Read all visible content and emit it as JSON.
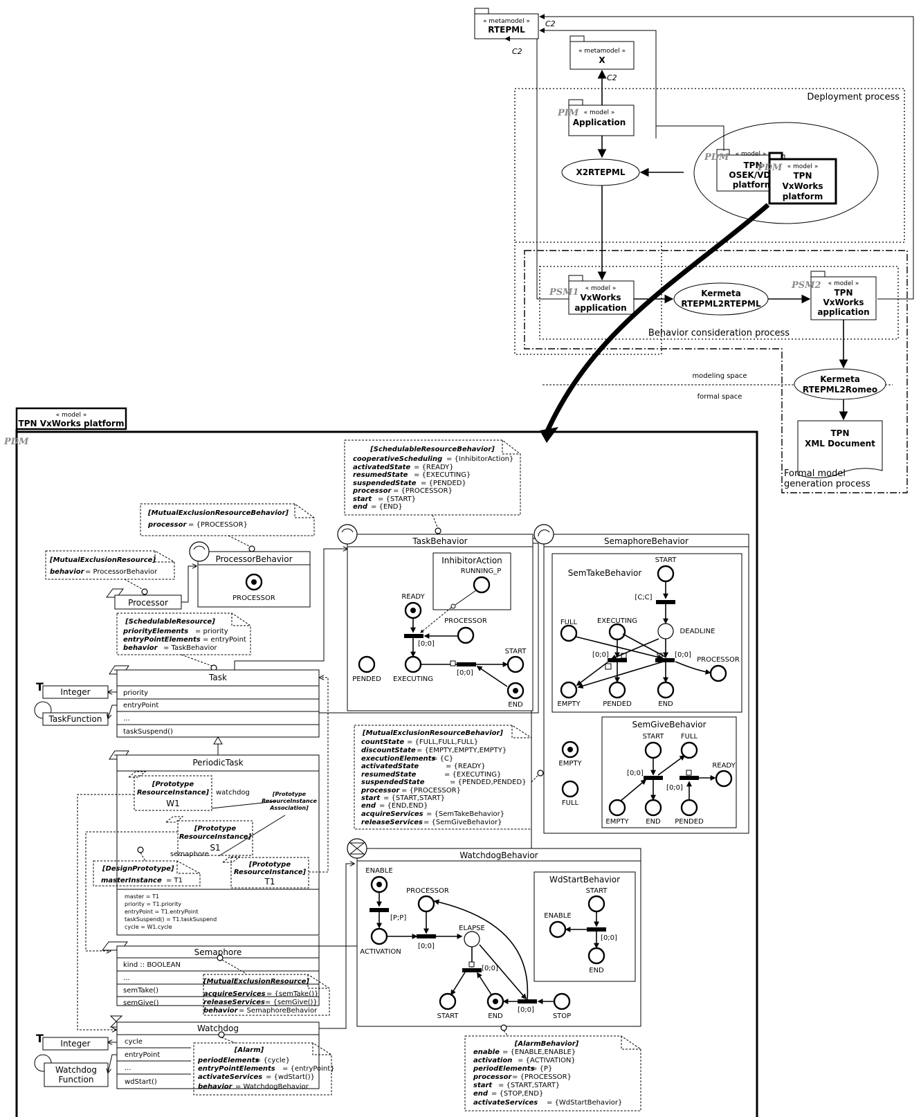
{
  "top": {
    "rtepml": {
      "stereo": "« metamodel »",
      "name": "RTEPML"
    },
    "x": {
      "stereo": "« metamodel »",
      "name": "X"
    },
    "c2": "C2",
    "deployment_process": "Deployment process",
    "application": {
      "stereo": "« model »",
      "name": "Application",
      "tag": "PIM"
    },
    "x2rtepml": "X2RTEPML",
    "osek": {
      "stereo": "« model »",
      "lines": [
        "TPN",
        "OSEK/VDX",
        "platform"
      ],
      "tag": "PDM"
    },
    "vxplatform": {
      "stereo": "« model »",
      "lines": [
        "TPN",
        "VxWorks",
        "platform"
      ],
      "tag": "PDM"
    },
    "vxapp": {
      "stereo": "« model »",
      "lines": [
        "VxWorks",
        "application"
      ],
      "tag": "PSM1"
    },
    "kermeta1": [
      "Kermeta",
      "RTEPML2RTEPML"
    ],
    "tpnvxapp": {
      "stereo": "« model »",
      "lines": [
        "TPN",
        "VxWorks",
        "application"
      ],
      "tag": "PSM2"
    },
    "behavior_process": "Behavior consideration process",
    "modeling_space": "modeling space",
    "formal_space": "formal space",
    "kermeta2": [
      "Kermeta",
      "RTEPML2Romeo"
    ],
    "xmldoc": [
      "TPN",
      "XML Document"
    ],
    "formal_process": [
      "Formal model",
      "generation process"
    ]
  },
  "frame": {
    "stereo": "« model »",
    "title": "TPN VxWorks platform",
    "tag": "PDM"
  },
  "notes": {
    "schedRB": {
      "title": "[SchedulableResourceBehavior]",
      "rows": [
        [
          "cooperativeScheduling",
          "= {InhibitorAction}"
        ],
        [
          "activatedState",
          "= {READY}"
        ],
        [
          "resumedState",
          "= {EXECUTING}"
        ],
        [
          "suspendedState",
          "= {PENDED}"
        ],
        [
          "processor",
          "= {PROCESSOR}"
        ],
        [
          "start",
          "= {START}"
        ],
        [
          "end",
          "= {END}"
        ]
      ]
    },
    "mutexRBproc": {
      "title": "[MutualExclusionResourceBehavior]",
      "rows": [
        [
          "processor",
          "= {PROCESSOR}"
        ]
      ]
    },
    "mutexR": {
      "title": "[MutualExclusionResource]",
      "rows": [
        [
          "behavior",
          "= ProcessorBehavior"
        ]
      ]
    },
    "schedR": {
      "title": "[SchedulableResource]",
      "rows": [
        [
          "priorityElements",
          "= priority"
        ],
        [
          "entryPointElements",
          "= entryPoint"
        ],
        [
          "behavior",
          "= TaskBehavior"
        ]
      ]
    },
    "mutexRB": {
      "title": "[MutualExclusionResourceBehavior]",
      "rows": [
        [
          "countState",
          "= {FULL,FULL,FULL}"
        ],
        [
          "discountState",
          "= {EMPTY,EMPTY,EMPTY}"
        ],
        [
          "executionElements",
          "= {C}"
        ],
        [
          "activatedState",
          "= {READY}"
        ],
        [
          "resumedState",
          "= {EXECUTING}"
        ],
        [
          "suspendedState",
          "= {PENDED,PENDED}"
        ],
        [
          "processor",
          "= {PROCESSOR}"
        ],
        [
          "start",
          "= {START,START}"
        ],
        [
          "end",
          "= {END,END}"
        ],
        [
          "acquireServices",
          "= {SemTakeBehavior}"
        ],
        [
          "releaseServices",
          "= {SemGiveBehavior}"
        ]
      ]
    },
    "designProto": {
      "title": "[DesignPrototype]",
      "rows": [
        [
          "masterInstance",
          "= T1"
        ]
      ]
    },
    "mutexRsem": {
      "title": "[MutualExclusionResource]",
      "rows": [
        [
          "acquireServices",
          "= {semTake()}"
        ],
        [
          "releaseServices",
          "= {semGive()}"
        ],
        [
          "behavior",
          "= SemaphoreBehavior"
        ]
      ]
    },
    "alarm": {
      "title": "[Alarm]",
      "rows": [
        [
          "periodElements",
          "= {cycle}"
        ],
        [
          "entryPointElements",
          "= {entryPoint}"
        ],
        [
          "activateServices",
          "= {wdStart()}"
        ],
        [
          "behavior",
          "= WatchdogBehavior"
        ]
      ]
    },
    "alarmB": {
      "title": "[AlarmBehavior]",
      "rows": [
        [
          "enable",
          "= {ENABLE,ENABLE}"
        ],
        [
          "activation",
          "= {ACTIVATION}"
        ],
        [
          "periodElements",
          "= {P}"
        ],
        [
          "processor",
          "= {PROCESSOR}"
        ],
        [
          "start",
          "= {START,START}"
        ],
        [
          "end",
          "= {STOP,END}"
        ],
        [
          "activateServices",
          "= {WdStartBehavior}"
        ]
      ]
    }
  },
  "classes": {
    "processor": "Processor",
    "processorBehavior": {
      "name": "ProcessorBehavior",
      "place": "PROCESSOR"
    },
    "task": {
      "name": "Task",
      "attrs": [
        "priority",
        "entryPoint",
        "..."
      ],
      "ops": [
        "taskSuspend()"
      ]
    },
    "integer": "Integer",
    "taskFunction": "TaskFunction",
    "periodicTask": {
      "name": "PeriodicTask",
      "watchdog": "watchdog",
      "semaphore": "semaphore",
      "assoc": [
        "[Prototype",
        "ResourceInstance",
        "Association]"
      ],
      "w1": {
        "stereo": [
          "[Prototype",
          "ResourceInstance]"
        ],
        "name": "W1"
      },
      "s1": {
        "stereo": [
          "[Prototype",
          "ResourceInstance]"
        ],
        "name": "S1"
      },
      "t1": {
        "stereo": [
          "[Prototype",
          "ResourceInstance]"
        ],
        "name": "T1"
      },
      "slots": [
        "master = T1",
        "priority = T1.priority",
        "entryPoint = T1.entryPoint",
        "taskSuspend() = T1.taskSuspend",
        "cycle = W1.cycle"
      ]
    },
    "semaphore": {
      "name": "Semaphore",
      "attrs": [
        "kind :: BOOLEAN",
        "..."
      ],
      "ops": [
        "semTake()",
        "semGive()"
      ]
    },
    "watchdog": {
      "name": "Watchdog",
      "attrs": [
        "cycle",
        "entryPoint",
        "..."
      ],
      "ops": [
        "wdStart()"
      ]
    },
    "integer2": "Integer",
    "watchdogFunction": [
      "Watchdog",
      "Function"
    ]
  },
  "taskBehavior": {
    "name": "TaskBehavior",
    "inhibitor": "InhibitorAction",
    "running": "RUNNING_P",
    "ready": "READY",
    "processor": "PROCESSOR",
    "pended": "PENDED",
    "executing": "EXECUTING",
    "start": "START",
    "end": "END",
    "i1": "[0;0]",
    "i2": "[0;0]"
  },
  "semBehavior": {
    "name": "SemaphoreBehavior",
    "take": {
      "name": "SemTakeBehavior",
      "start": "START",
      "cc": "[C;C]",
      "full": "FULL",
      "executing": "EXECUTING",
      "deadline": "DEADLINE",
      "processor": "PROCESSOR",
      "i1": "[0;0]",
      "i2": "[0;0]",
      "empty": "EMPTY",
      "pended": "PENDED",
      "end": "END"
    },
    "empty": "EMPTY",
    "full": "FULL",
    "give": {
      "name": "SemGiveBehavior",
      "start": "START",
      "full": "FULL",
      "ready": "READY",
      "i1": "[0;0]",
      "i2": "[0;0]",
      "empty": "EMPTY",
      "end": "END",
      "pended": "PENDED"
    }
  },
  "wdBehavior": {
    "name": "WatchdogBehavior",
    "enable": "ENABLE",
    "pp": "[P;P]",
    "activation": "ACTIVATION",
    "processor": "PROCESSOR",
    "i1": "[0;0]",
    "elapse": "ELAPSE",
    "i2": "[0;0]",
    "start": "START",
    "end": "END",
    "i3": "[0;0]",
    "stop": "STOP",
    "wdStart": {
      "name": "WdStartBehavior",
      "start": "START",
      "enable": "ENABLE",
      "i": "[0;0]",
      "end": "END"
    }
  }
}
